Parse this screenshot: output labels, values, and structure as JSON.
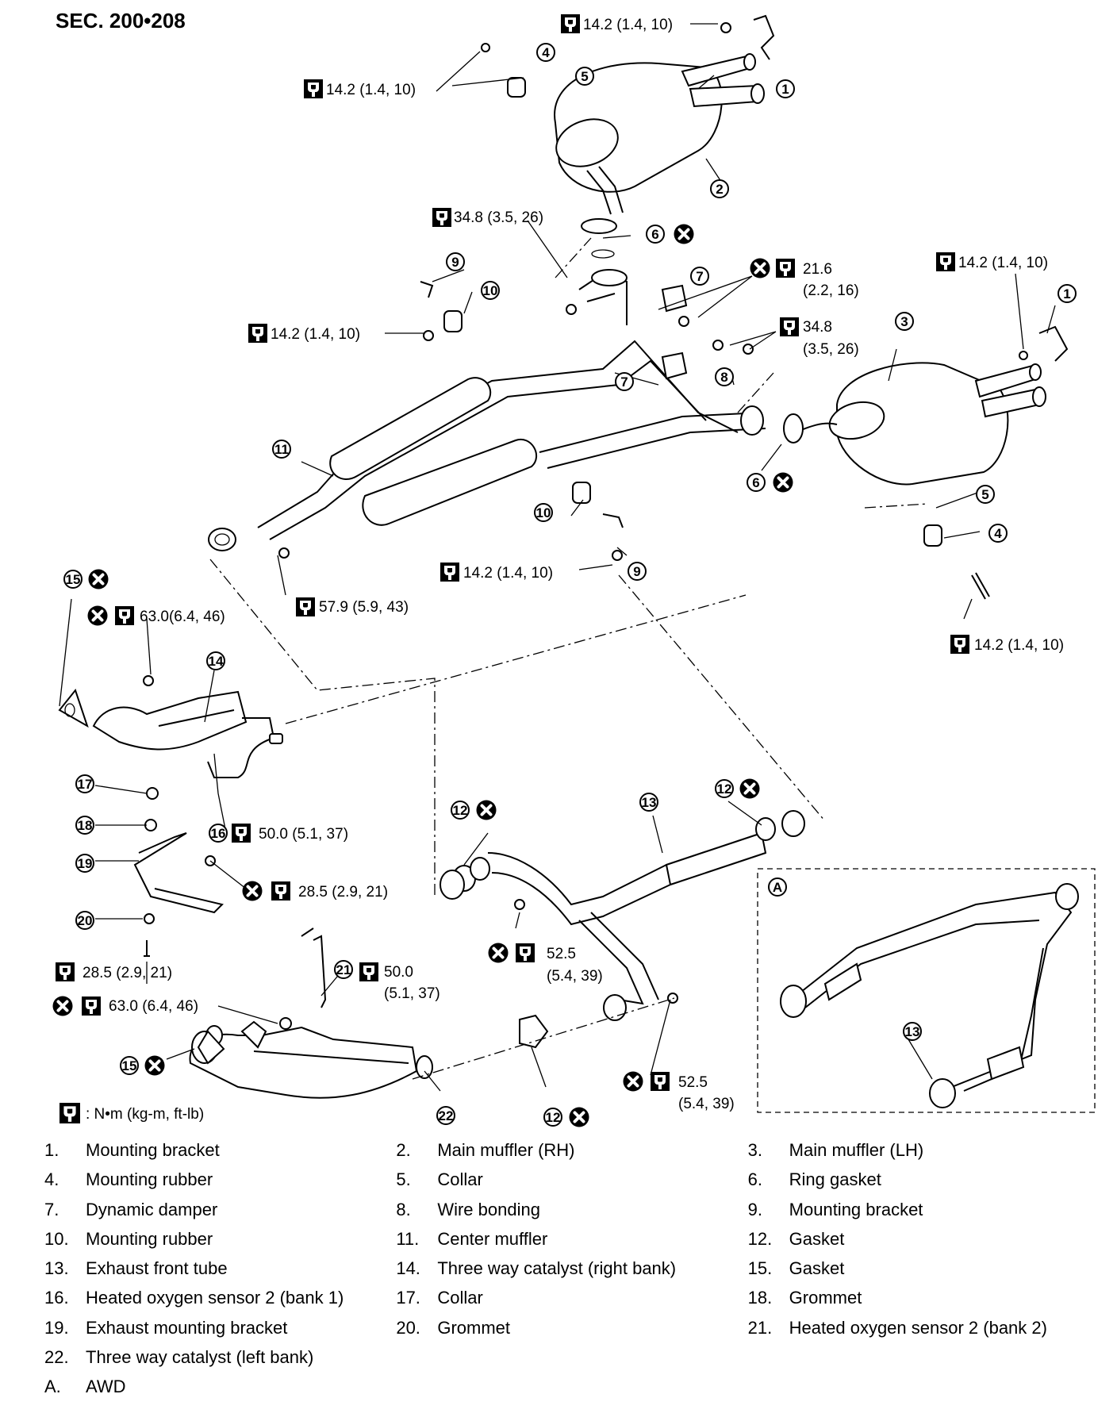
{
  "section_label": "SEC. 200•208",
  "units_note": ": N•m (kg-m, ft-lb)",
  "torque_labels": [
    "14.2 (1.4, 10)",
    "14.2 (1.4, 10)",
    "34.8 (3.5, 26)",
    "14.2 (1.4, 10)",
    "21.6",
    "(2.2, 16)",
    "34.8",
    "(3.5, 26)",
    "14.2 (1.4, 10)",
    "63.0(6.4, 46)",
    "57.9 (5.9, 43)",
    "14.2 (1.4, 10)",
    "14.2 (1.4, 10)",
    "50.0 (5.1, 37)",
    "28.5 (2.9, 21)",
    "28.5 (2.9, 21)",
    "52.5",
    "(5.4, 39)",
    "50.0",
    "(5.1, 37)",
    "63.0 (6.4, 46)",
    "52.5",
    "(5.4, 39)"
  ],
  "callouts": [
    "1",
    "1",
    "2",
    "3",
    "4",
    "4",
    "5",
    "5",
    "6",
    "6",
    "7",
    "7",
    "8",
    "9",
    "9",
    "10",
    "10",
    "11",
    "12",
    "12",
    "12",
    "13",
    "13",
    "14",
    "15",
    "15",
    "16",
    "17",
    "18",
    "19",
    "20",
    "21",
    "22",
    "A"
  ],
  "legend": [
    {
      "num": "1.",
      "name": "Mounting bracket"
    },
    {
      "num": "2.",
      "name": "Main muffler (RH)"
    },
    {
      "num": "3.",
      "name": "Main muffler (LH)"
    },
    {
      "num": "4.",
      "name": "Mounting rubber"
    },
    {
      "num": "5.",
      "name": "Collar"
    },
    {
      "num": "6.",
      "name": "Ring gasket"
    },
    {
      "num": "7.",
      "name": "Dynamic damper"
    },
    {
      "num": "8.",
      "name": "Wire bonding"
    },
    {
      "num": "9.",
      "name": "Mounting bracket"
    },
    {
      "num": "10.",
      "name": "Mounting rubber"
    },
    {
      "num": "11.",
      "name": "Center muffler"
    },
    {
      "num": "12.",
      "name": "Gasket"
    },
    {
      "num": "13.",
      "name": "Exhaust front tube"
    },
    {
      "num": "14.",
      "name": "Three way catalyst (right bank)"
    },
    {
      "num": "15.",
      "name": "Gasket"
    },
    {
      "num": "16.",
      "name": "Heated oxygen sensor 2 (bank 1)"
    },
    {
      "num": "17.",
      "name": "Collar"
    },
    {
      "num": "18.",
      "name": "Grommet"
    },
    {
      "num": "19.",
      "name": "Exhaust mounting bracket"
    },
    {
      "num": "20.",
      "name": "Grommet"
    },
    {
      "num": "21.",
      "name": "Heated oxygen sensor 2 (bank 2)"
    },
    {
      "num": "22.",
      "name": "Three way catalyst (left bank)"
    },
    {
      "num": "A.",
      "name": "AWD"
    }
  ]
}
